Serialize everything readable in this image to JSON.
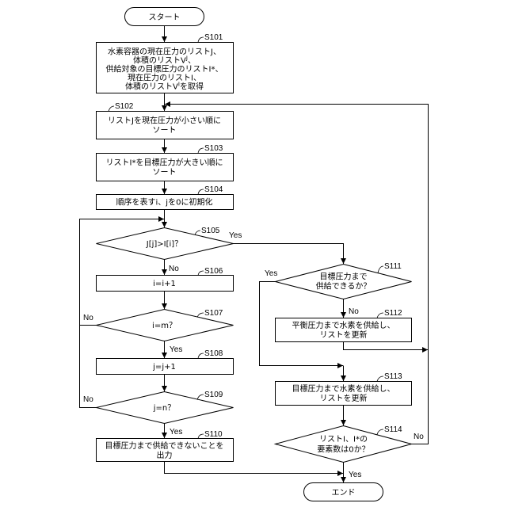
{
  "terminals": {
    "start": "スタート",
    "end": "エンド"
  },
  "steps": {
    "s101": {
      "label": "S101",
      "line1": "水素容器の現在圧力のリストJ、",
      "line2": "体積のリストV",
      "line2_sup": "J",
      "line2_tail": "、",
      "line3": "供給対象の目標圧力のリストI*、",
      "line4": "現在圧力のリストI、",
      "line5": "体積のリストV",
      "line5_sup": "I",
      "line5_tail": "を取得"
    },
    "s102": {
      "label": "S102",
      "line1": "リストJを現在圧力が小さい順に",
      "line2": "ソート"
    },
    "s103": {
      "label": "S103",
      "line1": "リストI*を目標圧力が大きい順に",
      "line2": "ソート"
    },
    "s104": {
      "label": "S104",
      "line1": "順序を表すi、jを0に初期化"
    },
    "s105": {
      "label": "S105",
      "line1": "J[j]>I[i]？"
    },
    "s106": {
      "label": "S106",
      "line1": "i=i+1"
    },
    "s107": {
      "label": "S107",
      "line1": "i=m？"
    },
    "s108": {
      "label": "S108",
      "line1": "j=j+1"
    },
    "s109": {
      "label": "S109",
      "line1": "j=n？"
    },
    "s110": {
      "label": "S110",
      "line1": "目標圧力まで供給できないことを",
      "line2": "出力"
    },
    "s111": {
      "label": "S111",
      "line1": "目標圧力まで",
      "line2": "供給できるか？"
    },
    "s112": {
      "label": "S112",
      "line1": "平衡圧力まで水素を供給し、",
      "line2": "リストを更新"
    },
    "s113": {
      "label": "S113",
      "line1": "目標圧力まで水素を供給し、",
      "line2": "リストを更新"
    },
    "s114": {
      "label": "S114",
      "line1": "リストI、I*の",
      "line2": "要素数は0か？"
    }
  },
  "branch_labels": {
    "s105_yes": "Yes",
    "s105_no": "No",
    "s107_no": "No",
    "s107_yes": "Yes",
    "s109_no": "No",
    "s109_yes": "Yes",
    "s111_yes": "Yes",
    "s111_no": "No",
    "s114_no": "No",
    "s114_yes": "Yes"
  },
  "colors": {
    "stroke": "#000000",
    "background": "#ffffff"
  }
}
